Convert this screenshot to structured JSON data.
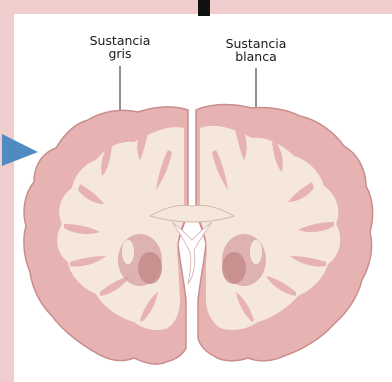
{
  "labels": {
    "gray_matter": {
      "line1": "Sustancia",
      "line2": "gris"
    },
    "white_matter": {
      "line1": "Sustancia",
      "line2": "blanca"
    }
  },
  "colors": {
    "background": "#f2d0d0",
    "panel": "#ffffff",
    "gray_matter": "#e6b2b2",
    "white_matter": "#f6e7dc",
    "outline": "#c98d8d",
    "basal_ganglia": "#c48b8b",
    "arrow": "#4f8bc0",
    "marker": "#111111"
  },
  "icons": {
    "pointer": "triangle-arrow-right"
  }
}
